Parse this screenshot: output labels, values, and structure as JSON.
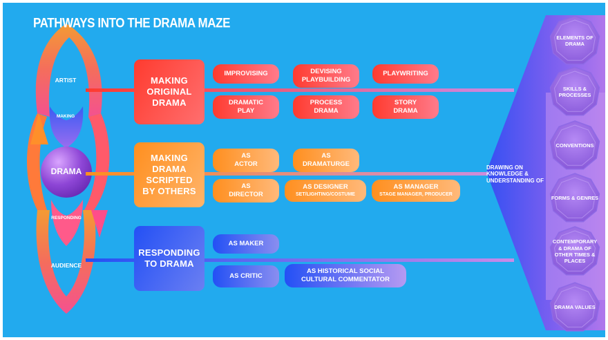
{
  "title": "PATHWAYS INTO THE DRAMA MAZE",
  "cycle": {
    "center": "DRAMA",
    "artist": "ARTIST",
    "making": "MAKING",
    "responding": "RESPONDING",
    "audience": "AUDIENCE"
  },
  "rows": [
    {
      "heading": "MAKING ORIGINAL DRAMA",
      "top": [
        "IMPROVISING",
        "DEVISING PLAYBUILDING",
        "PLAYWRITING"
      ],
      "bottom": [
        "DRAMATIC PLAY",
        "PROCESS DRAMA",
        "STORY DRAMA"
      ]
    },
    {
      "heading": "MAKING DRAMA SCRIPTED BY OTHERS",
      "top": [
        "AS ACTOR",
        "AS DRAMATURGE"
      ],
      "bottom": [
        {
          "label": "AS DIRECTOR",
          "sub": ""
        },
        {
          "label": "AS DESIGNER",
          "sub": "SET/LIGHTING/COSTUME"
        },
        {
          "label": "AS MANAGER",
          "sub": "STAGE MANAGER, PRODUCER"
        }
      ]
    },
    {
      "heading": "RESPONDING TO DRAMA",
      "top": [
        "AS MAKER"
      ],
      "bottom": [
        "AS CRITIC",
        "AS HISTORICAL SOCIAL CULTURAL COMMENTATOR"
      ]
    }
  ],
  "funnel_label": "DRAWING ON KNOWLEDGE & UNDERSTANDING OF",
  "elements": [
    "ELEMENTS OF DRAMA",
    "SKILLS & PROCESSES",
    "CONVENTIONS",
    "FORMS & GENRES",
    "CONTEMPORARY & DRAMA OF OTHER TIMES & PLACES",
    "DRAMA VALUES"
  ],
  "colors": {
    "background": "#22aaee",
    "red": "#ff4a3d",
    "orange": "#ff9a2a",
    "blue": "#2f5cf0",
    "purple": "#b46ee6",
    "pink": "#ff4d8a"
  }
}
